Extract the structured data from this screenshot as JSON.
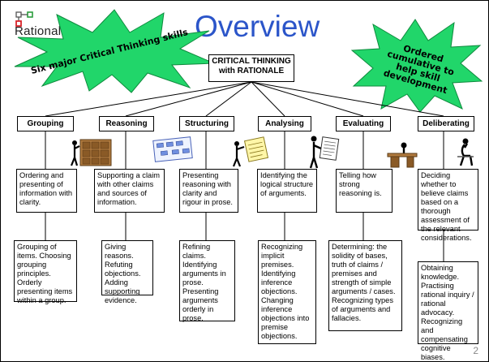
{
  "logo": {
    "text": "Rationale",
    "icon": "rationale-logo-icon"
  },
  "title": "Overview",
  "burst_left": {
    "text": "Six major Critical Thinking skills",
    "color": "#21d66a"
  },
  "burst_right": {
    "text": "Ordered cumulative to help skill development",
    "color": "#21d66a"
  },
  "root": {
    "label": "CRITICAL THINKING with RATIONALE"
  },
  "skills": [
    {
      "name": "Grouping",
      "description": "Ordering and presenting of information with clarity.",
      "details": "Grouping of items. Choosing grouping principles. Orderly presenting items within a group."
    },
    {
      "name": "Reasoning",
      "description": "Supporting a claim with other claims and sources of information.",
      "details": "Giving reasons. Refuting objections. Adding supporting evidence."
    },
    {
      "name": "Structuring",
      "description": "Presenting reasoning with clarity and rigour in prose.",
      "details": "Refining claims. Identifying arguments in prose. Presenting arguments orderly in prose."
    },
    {
      "name": "Analysing",
      "description": "Identifying the logical structure of arguments.",
      "details": "Recognizing implicit premises. Identifying inference objections. Changing inference objections into premise objections."
    },
    {
      "name": "Evaluating",
      "description": "Telling how strong reasoning is.",
      "details": "Determining: the solidity of bases, truth of claims / premises and strength of  simple arguments / cases. Recognizing types of arguments and fallacies."
    },
    {
      "name": "Deliberating",
      "description": "Deciding whether to believe claims based on a thorough assessment of the relevant considerations.",
      "details": "Obtaining knowledge. Practising rational inquiry / rational advocacy. Recognizing and compensating cognitive biases."
    }
  ],
  "page_number": "2",
  "colors": {
    "title": "#2b55c9",
    "logo_red": "#d8232a",
    "logo_green": "#2a9d3c"
  }
}
